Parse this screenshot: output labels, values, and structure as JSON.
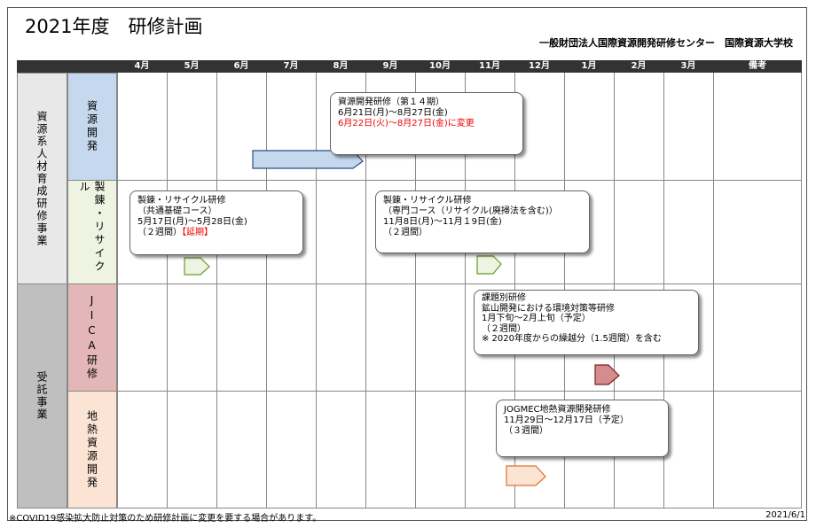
{
  "title": "2021年度　研修計画",
  "organization": "一般財団法人国際資源開発研修センター　国際資源大学校",
  "header": {
    "months": [
      "4月",
      "5月",
      "6月",
      "7月",
      "8月",
      "9月",
      "10月",
      "11月",
      "12月",
      "1月",
      "2月",
      "3月"
    ],
    "remarks": "備考"
  },
  "categories": [
    {
      "label": "資源系人材育成研修事業",
      "color": "#e8e8e8"
    },
    {
      "label": "受託事業",
      "color": "#bfbfbf"
    }
  ],
  "subcategories": [
    {
      "label": "資源開発",
      "color": "#c5d8ee"
    },
    {
      "label": "製錬・リサイクル",
      "color": "#eef3e2"
    },
    {
      "label": "JICA研修",
      "color": "#e3b7b7"
    },
    {
      "label": "地熱資源開発",
      "color": "#fbe4d3"
    }
  ],
  "callouts": {
    "resource": {
      "line1": "資源開発研修（第１４期）",
      "line2": "6月21日(月)～8月27日(金)",
      "line3": "6月22日(火)～8月27日(金)に変更"
    },
    "smelting_basic": {
      "line1": "製錬・リサイクル研修",
      "line2": "（共通基礎コース）",
      "line3": "5月17日(月)～5月28日(金)",
      "line4": "（２週間）",
      "line4_red": "【延期】"
    },
    "smelting_pro": {
      "line1": "製錬・リサイクル研修",
      "line2": "（専門コース（リサイクル(廃掃法を含む)）",
      "line3": "11月8日(月)～11月１9日(金)",
      "line4": "（２週間）"
    },
    "jica": {
      "line1": "課題別研修",
      "line2": "鉱山開発における環境対策等研修",
      "line3": "1月下旬～2月上旬（予定）",
      "line4": "（２週間）",
      "line5": "※ 2020年度からの繰越分（1.5週間）を含む"
    },
    "jogmec": {
      "line1": "JOGMEC地熱資源開発研修",
      "line2": "11月29日～12月17日（予定）",
      "line3": "（３週間）"
    }
  },
  "colors": {
    "resource_bar": "#c5d8ee",
    "smelting_marker": "#eef3e2",
    "jica_marker": "#d48c8c",
    "jogmec_marker": "#fbe4d3"
  },
  "footer": {
    "note": "※COVID19感染拡大防止対策のため研修計画に変更を要する場合があります。",
    "date": "2021/6/1"
  }
}
